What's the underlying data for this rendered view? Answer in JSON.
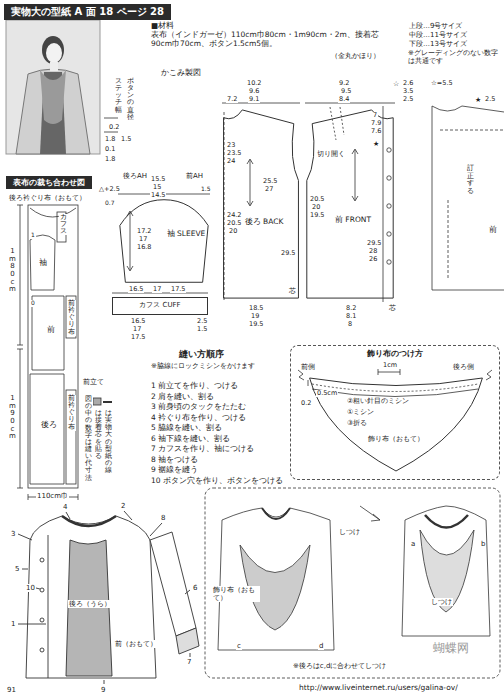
{
  "diagram": {
    "title": "実物大の型紙 A 面 18 ページ 28",
    "nodes": [
      {
        "text": [
          "実物大の型紙 A 面 18 ページ 28"
        ]
      },
      {
        "text": [
          "表布の裁ち合わせ図"
        ]
      },
      {
        "text": [
          "袖 SLEEVE"
        ]
      },
      {
        "text": [
          "カフス CUFF"
        ]
      },
      {
        "text": [
          "後ろ BACK"
        ]
      },
      {
        "text": [
          "前 FRONT"
        ]
      },
      {
        "text": [
          "飾り布のつけ方"
        ]
      },
      {
        "text": [
          "飾り布（おもて）"
        ],
        "in": 6
      }
    ],
    "labels": [
      "■材料",
      "表布（インドガーゼ）110cm巾80cm・1m90cm・2m、接着芯90cm巾70cm、ボタン1.5cm5個。",
      "（金丸かほり）",
      "上段…9号サイズ",
      "中段…11号サイズ",
      "下段…13号サイズ",
      "※グレーディングのない数字は共通です",
      "かこみ製図",
      "ボタンの直径",
      "ステッチ幅",
      "0.2",
      "1.8",
      "1.5",
      "0.1",
      "1.8",
      "後ろAH",
      "前AH",
      "△+2.5",
      "15.5",
      "15",
      "14.5",
      "0.7",
      "1.5",
      "17.2",
      "17",
      "16.8",
      "16.5",
      "17",
      "17.5",
      "16.5",
      "17",
      "17.5",
      "2.5",
      "1.5",
      "10.2",
      "9.6",
      "9.1",
      "7.2",
      "23",
      "23.5",
      "24",
      "25.5",
      "27",
      "24.2",
      "20.5",
      "20",
      "29.5",
      "18.5",
      "19",
      "19.5",
      "芯",
      "9.2",
      "9.5",
      "8.4",
      "☆",
      "2.6",
      "3.5",
      "2.5",
      "7",
      "7.9",
      "7.6",
      "★",
      "切り開く",
      "20.5",
      "20",
      "19.5",
      "29.5",
      "28",
      "26",
      "8.2",
      "8.1",
      "8",
      "芯",
      "★",
      "2.5",
      "☆=5.5",
      "訂正する",
      "前",
      "後ろ衿ぐり布（おもて）",
      "カフス",
      "袖",
      "1m80cm",
      "前",
      "前衿ぐり布",
      "1m90cm",
      "後ろ",
      "前衿ぐり布",
      "前立て",
      "110cm巾",
      "1",
      "0",
      "図の中の数字は縫い代寸法",
      "は接着芯を貼る",
      "は実物大の型紙の線",
      "縫い方順序",
      "※脇線にロックミシンをかけます",
      "1 前立てを作り、つける",
      "2 肩を縫い、割る",
      "3 前身頃のタックをたたむ",
      "4 衿ぐり布を作り、つける",
      "5 脇線を縫い、割る",
      "6 袖下線を縫い、割る",
      "7 カフスを作り、袖につける",
      "8 袖をつける",
      "9 裾線を縫う",
      "10 ボタン穴を作り、ボタンをつける",
      "前側",
      "後ろ側",
      "1cm",
      "0.5cm",
      "0.2",
      "②粗い針目のミシン",
      "①ミシン",
      "③折る",
      "しつけ",
      "飾り布（おもて）",
      "c",
      "d",
      "しつけ",
      "a",
      "b",
      "※後ろはc,dに合わせてしつけ",
      "蝴蝶网",
      "後ろ（うら）",
      "前（おもて）",
      "7",
      "5",
      "10",
      "4",
      "2",
      "3",
      "1",
      "8",
      "6",
      "9",
      "91",
      "http://www.liveinternet.ru/users/galina-ov/"
    ]
  }
}
